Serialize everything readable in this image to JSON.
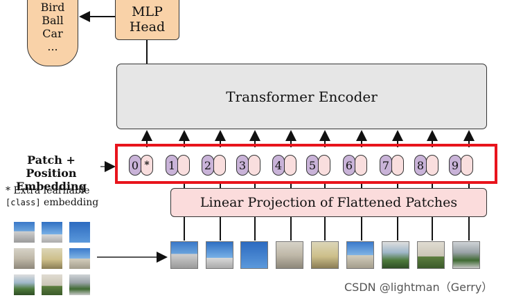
{
  "class_box": {
    "items": [
      "Bird",
      "Ball",
      "Car",
      "..."
    ]
  },
  "mlp_head": {
    "line1": "MLP",
    "line2": "Head"
  },
  "encoder": {
    "label": "Transformer Encoder"
  },
  "embedding_label": {
    "line1": "Patch + Position",
    "line2": "Embedding"
  },
  "extra_note": {
    "star": "* Extra learnable",
    "class_token": "[class]",
    "rest": " embedding"
  },
  "linear_projection": {
    "label": "Linear Projection of Flattened Patches"
  },
  "tokens": [
    "0",
    "1",
    "2",
    "3",
    "4",
    "5",
    "6",
    "7",
    "8",
    "9"
  ],
  "class_marker": "*",
  "watermark": "CSDN @lightman（Gerry）",
  "colors": {
    "highlight": "#e8141c",
    "position": "#c9b3d8",
    "patch_emb": "#f9dede",
    "head": "#f9d2a8",
    "encoder": "#e6e6e6",
    "projection": "#fbdcdc"
  }
}
